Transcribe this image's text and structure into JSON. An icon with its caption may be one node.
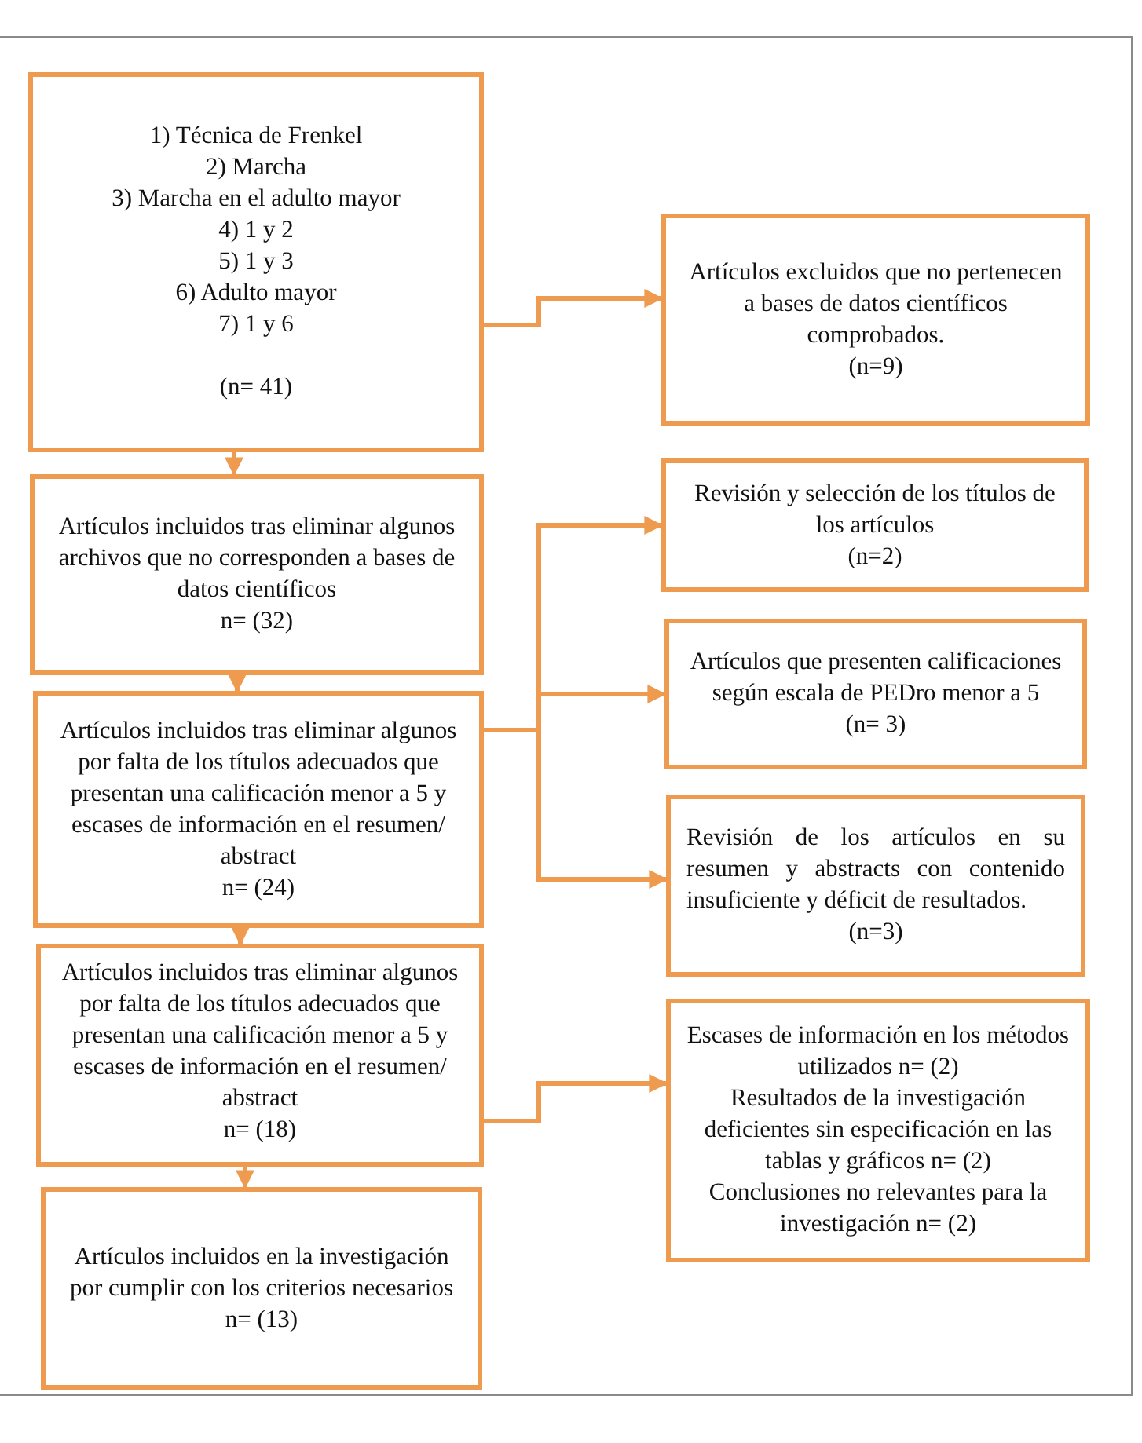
{
  "diagram": {
    "nodes": [
      {
        "text": [
          "1) Técnica de Frenkel",
          "2) Marcha",
          "3) Marcha en el adulto mayor",
          "4) 1 y 2",
          "5) 1 y 3",
          "6) Adulto mayor",
          "7) 1 y 6",
          "(n= 41)"
        ]
      },
      {
        "text": [
          "Artículos excluidos que no pertenecen a bases de datos científicos comprobados.",
          "(n=9)"
        ]
      },
      {
        "text": [
          "Artículos incluidos tras eliminar algunos archivos que no corresponden a bases de datos científicos",
          "n= (32)"
        ]
      },
      {
        "text": [
          "Revisión y selección de los títulos de los artículos",
          "(n=2)"
        ]
      },
      {
        "text": [
          "Artículos que presenten calificaciones según escala de PEDro menor a 5",
          "(n= 3)"
        ]
      },
      {
        "text": [
          "Artículos incluidos tras eliminar algunos por falta de los títulos adecuados que presentan una calificación menor a 5 y escases de información en el resumen/ abstract",
          "n= (24)"
        ]
      },
      {
        "text": [
          "Revisión de los artículos en su resumen y abstracts con contenido insuficiente y déficit de resultados.",
          "(n=3)"
        ]
      },
      {
        "text": [
          "Artículos incluidos tras eliminar algunos por falta de los títulos adecuados que presentan una calificación menor a 5 y escases de información en el resumen/ abstract",
          "n= (18)"
        ]
      },
      {
        "text": [
          "Escases de información en los métodos utilizados n= (2)",
          "Resultados de la investigación deficientes sin especificación en las tablas y gráficos n= (2)",
          "Conclusiones no relevantes para la investigación n= (2)"
        ]
      },
      {
        "text": [
          "Artículos incluidos en la investigación por cumplir con los criterios necesarios",
          "n= (13)"
        ]
      }
    ],
    "edges": [
      {
        "from": 0,
        "to": 1,
        "arrow": "to"
      },
      {
        "from": 0,
        "to": 2,
        "arrow": "to"
      },
      {
        "from": 2,
        "to": 5,
        "arrow": "to"
      },
      {
        "from": 5,
        "to": 3,
        "arrow": "to"
      },
      {
        "from": 5,
        "to": 4,
        "arrow": "to"
      },
      {
        "from": 5,
        "to": 6,
        "arrow": "to"
      },
      {
        "from": 5,
        "to": 7,
        "arrow": "to"
      },
      {
        "from": 7,
        "to": 8,
        "arrow": "to"
      },
      {
        "from": 7,
        "to": 9,
        "arrow": "to"
      }
    ]
  }
}
